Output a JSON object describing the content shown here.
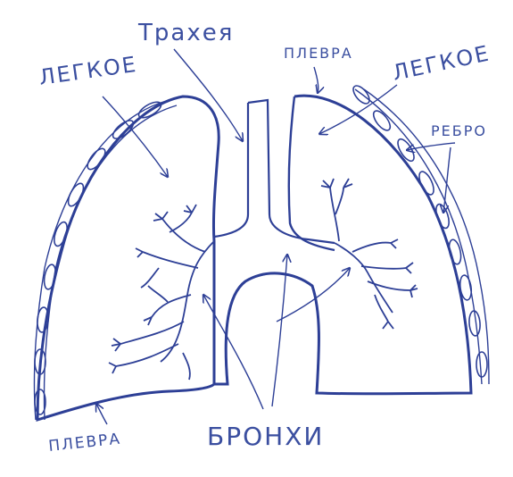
{
  "colors": {
    "ink": "#2d3f96",
    "ink_light": "#4a5fb0",
    "background": "#ffffff"
  },
  "labels": {
    "trachea": "Трахея",
    "lung_left": "ЛЕГКОЕ",
    "lung_right": "ЛЕГКОЕ",
    "pleura_top": "ПЛЕВРА",
    "pleura_bottom": "ПЛЕВРА",
    "rib": "РЕБРО",
    "bronchi": "БРОНХИ"
  }
}
